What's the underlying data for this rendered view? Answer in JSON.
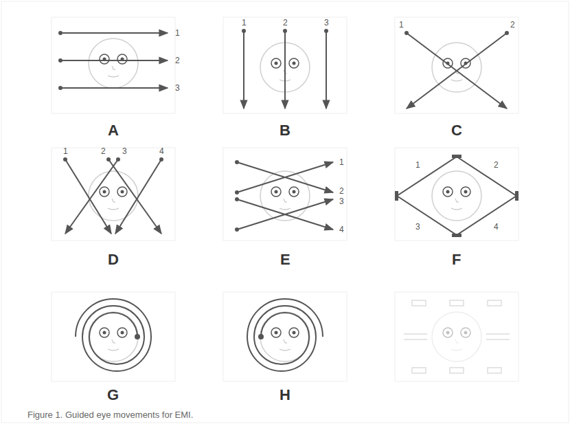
{
  "diagram": {
    "caption": "Figure 1. Guided eye movements for EMI.",
    "labels": [
      "1",
      "2",
      "3",
      "A",
      "1",
      "2",
      "3",
      "B",
      "1",
      "2",
      "C",
      "1",
      "2",
      "3",
      "4",
      "D",
      "1",
      "2",
      "3",
      "4",
      "E",
      "1",
      "2",
      "3",
      "4",
      "F",
      "G",
      "H"
    ]
  }
}
